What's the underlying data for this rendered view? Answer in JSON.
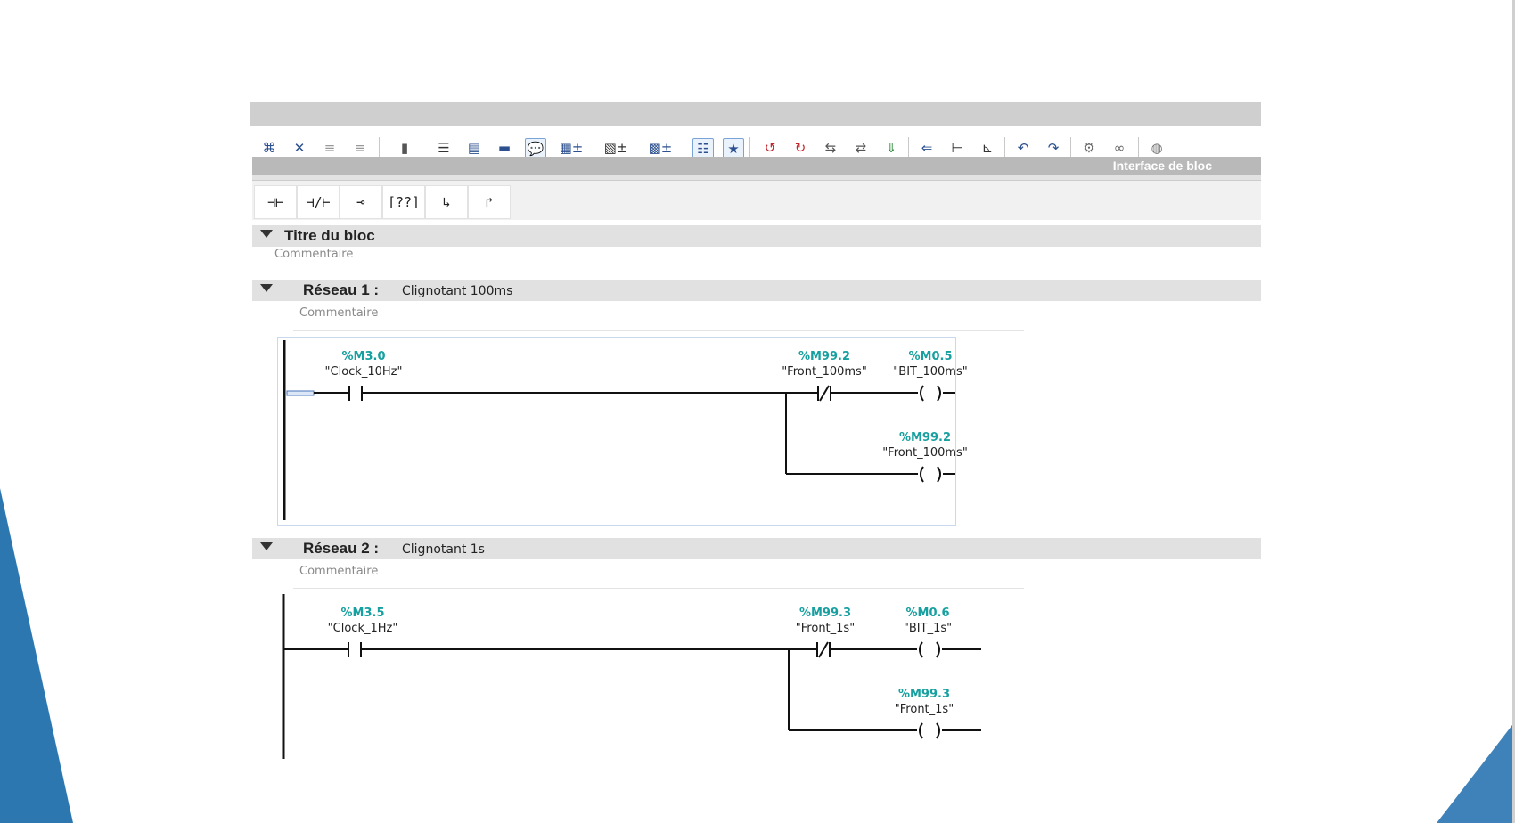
{
  "interface_label": "Interface de bloc",
  "block": {
    "title": "Titre du bloc",
    "comment": "Commentaire"
  },
  "networks": [
    {
      "label": "Réseau 1 :",
      "name": "Clignotant 100ms",
      "comment": "Commentaire",
      "contact_no": {
        "addr": "%M3.0",
        "sym": "\"Clock_10Hz\""
      },
      "contact_nc": {
        "addr": "%M99.2",
        "sym": "\"Front_100ms\""
      },
      "coil_1": {
        "addr": "%M0.5",
        "sym": "\"BIT_100ms\""
      },
      "coil_2": {
        "addr": "%M99.2",
        "sym": "\"Front_100ms\""
      }
    },
    {
      "label": "Réseau 2 :",
      "name": "Clignotant 1s",
      "comment": "Commentaire",
      "contact_no": {
        "addr": "%M3.5",
        "sym": "\"Clock_1Hz\""
      },
      "contact_nc": {
        "addr": "%M99.3",
        "sym": "\"Front_1s\""
      },
      "coil_1": {
        "addr": "%M0.6",
        "sym": "\"BIT_1s\""
      },
      "coil_2": {
        "addr": "%M99.3",
        "sym": "\"Front_1s\""
      }
    }
  ],
  "toolbar_icons": [
    "insert-network-icon",
    "delete-network-icon",
    "insert-row-icon",
    "add-row-icon",
    "clear-icon",
    "absolute-operands-icon",
    "network-view-icon",
    "favorites-icon",
    "comments-icon",
    "open-all-networks-icon",
    "close-all-networks-icon",
    "go-to-next-icon",
    "show-tags-icon",
    "favorites-star-icon",
    "remove-error-icon",
    "next-error-icon",
    "previous-error-icon",
    "update-calls-icon",
    "compile-icon",
    "monitor-icon",
    "go-to-icon",
    "expand-icon",
    "collapse-icon",
    "jump-previous-icon",
    "jump-next-icon",
    "online-icon",
    "glasses-icon",
    "instance-db-icon"
  ],
  "ladder_tools": [
    "no-contact",
    "nc-contact",
    "coil",
    "empty-box",
    "open-branch",
    "close-branch"
  ],
  "colors": {
    "operand_address": "#18a0a0",
    "deco_blue": "#2c77b0",
    "section_bg": "#e1e1e1"
  }
}
